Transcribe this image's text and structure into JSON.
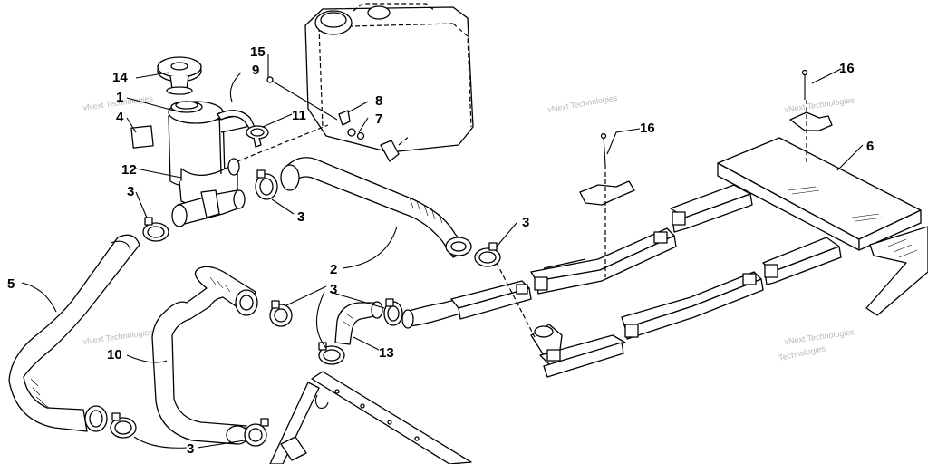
{
  "watermark": {
    "line1": "vNext Technologies",
    "line2": "Technologies"
  },
  "callouts": {
    "c1": "1",
    "c2": "2",
    "c3a": "3",
    "c3b": "3",
    "c3c": "3",
    "c3d": "3",
    "c3e": "3",
    "c4": "4",
    "c5": "5",
    "c6": "6",
    "c7": "7",
    "c8": "8",
    "c9": "9",
    "c10": "10",
    "c11": "11",
    "c12": "12",
    "c13": "13",
    "c14": "14",
    "c15": "15",
    "c16a": "16",
    "c16b": "16"
  }
}
